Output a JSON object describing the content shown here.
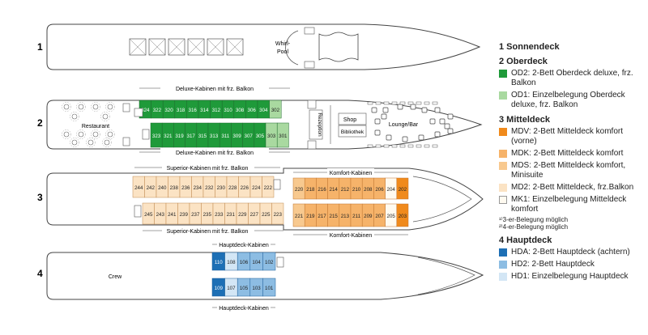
{
  "deck_numbers": [
    "1",
    "2",
    "3",
    "4"
  ],
  "deck1": {
    "whirlpool": [
      "Whirl-",
      "Pool"
    ]
  },
  "deck2": {
    "top_label": "Deluxe-Kabinen mit frz. Balkon",
    "bottom_label": "Deluxe-Kabinen mit frz. Balkon",
    "top_cabins": [
      "324",
      "322",
      "320",
      "318",
      "316",
      "314",
      "312",
      "310",
      "308",
      "306",
      "304",
      "302"
    ],
    "bottom_cabins": [
      "323",
      "321",
      "319",
      "317",
      "315",
      "313",
      "311",
      "309",
      "307",
      "305",
      "303",
      "301"
    ],
    "top_od1": [
      "302"
    ],
    "bottom_od1": [
      "303",
      "301"
    ],
    "restaurant": "Restaurant",
    "rezeption": "Rezeption",
    "shop": "Shop",
    "bibliothek": "Bibliothek",
    "lounge": "Lounge/Bar"
  },
  "deck3": {
    "superior_top_label": "Superior-Kabinen mit frz. Balkon",
    "superior_bottom_label": "Superior-Kabinen mit frz. Balkon",
    "superior_top": [
      "244",
      "242",
      "240",
      "238",
      "236",
      "234",
      "232",
      "230",
      "228",
      "226",
      "224",
      "222"
    ],
    "superior_bottom": [
      "245",
      "243",
      "241",
      "239",
      "237",
      "235",
      "233",
      "231",
      "229",
      "227",
      "225",
      "223"
    ],
    "komfort_top_label": "Komfort-Kabinen",
    "komfort_bottom_label": "Komfort-Kabinen",
    "komfort_top": [
      "220",
      "218",
      "216",
      "214",
      "212",
      "210",
      "208",
      "206",
      "204",
      "202"
    ],
    "komfort_bottom": [
      "221",
      "219",
      "217",
      "215",
      "213",
      "211",
      "209",
      "207",
      "205",
      "203"
    ]
  },
  "deck4": {
    "crew": "Crew",
    "top_label": "Hauptdeck-Kabinen",
    "bottom_label": "Hauptdeck-Kabinen",
    "top_cabins": [
      "110",
      "108",
      "106",
      "104",
      "102"
    ],
    "bottom_cabins": [
      "109",
      "107",
      "105",
      "103",
      "101"
    ]
  },
  "legend": {
    "deck1": "1 Sonnendeck",
    "deck2": "2  Oberdeck",
    "od2": "OD2: 2-Bett Oberdeck deluxe, frz. Balkon",
    "od1": "OD1: Einzelbelegung Oberdeck deluxe, frz. Balkon",
    "deck3": "3  Mitteldeck",
    "mdv": "MDV: 2-Bett Mitteldeck komfort (vorne)",
    "mdk": "MDK: 2-Bett Mitteldeck komfort",
    "mds": "MDS: 2-Bett Mitteldeck komfort, Minisuite",
    "md2": "MD2: 2-Bett Mitteldeck, frz.Balkon",
    "mk1": "MK1: Einzelbelegung Mitteldeck komfort",
    "note1": "¹⁾3-er-Belegung möglich",
    "note2": "²⁾4-er-Belegung möglich",
    "deck4": "4  Hauptdeck",
    "hda": "HDA: 2-Bett Hauptdeck (achtern)",
    "hd2": "HD2: 2-Bett Hauptdeck",
    "hd1": "HD1: Einzelbelegung Hauptdeck"
  },
  "colors": {
    "od2": "#1f9a3a",
    "od1": "#a9d9a0",
    "mdv": "#f08a1c",
    "mdk": "#f6b36a",
    "mds": "#f8c98f",
    "md2": "#fbe3c4",
    "mk1": "#fffaf0",
    "hda": "#1d6fb5",
    "hd2": "#8dbde3",
    "hd1": "#d3e6f5"
  }
}
